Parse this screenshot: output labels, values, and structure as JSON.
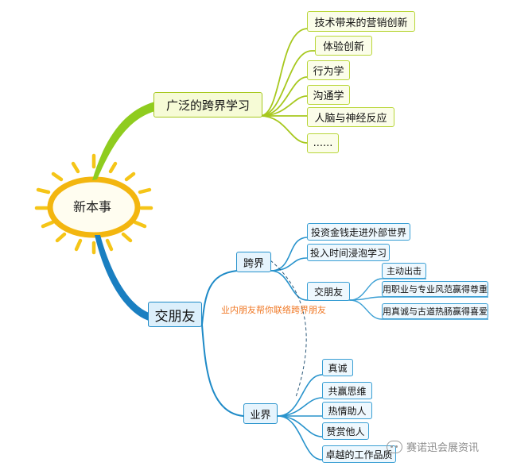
{
  "center": "新本事",
  "branch_top": {
    "label": "广泛的跨界学习",
    "items": [
      "技术带来的营销创新",
      "体验创新",
      "行为学",
      "沟通学",
      "人脑与神经反应",
      "......"
    ]
  },
  "branch_bottom": {
    "label": "交朋友",
    "kuajie": {
      "label": "跨界",
      "items": [
        "投资金钱走进外部世界",
        "投入时间浸泡学习",
        "交朋友"
      ],
      "jiaopengyou_items": [
        "主动出击",
        "用职业与专业风范赢得尊重",
        "用真诚与古道热肠赢得喜爱"
      ]
    },
    "yejie": {
      "label": "业界",
      "items": [
        "真诚",
        "共赢思维",
        "热情助人",
        "赞赏他人",
        "卓越的工作品质"
      ]
    }
  },
  "annotation": "业内朋友帮你联络跨界朋友",
  "watermark": "赛诺迅会展资讯",
  "colors": {
    "sun_ray": "#f5c518",
    "sun_ring": "#f3b60f",
    "green_branch": "#8fcc1f",
    "blue_branch": "#1a7fc1",
    "annotation": "#f07a28"
  }
}
